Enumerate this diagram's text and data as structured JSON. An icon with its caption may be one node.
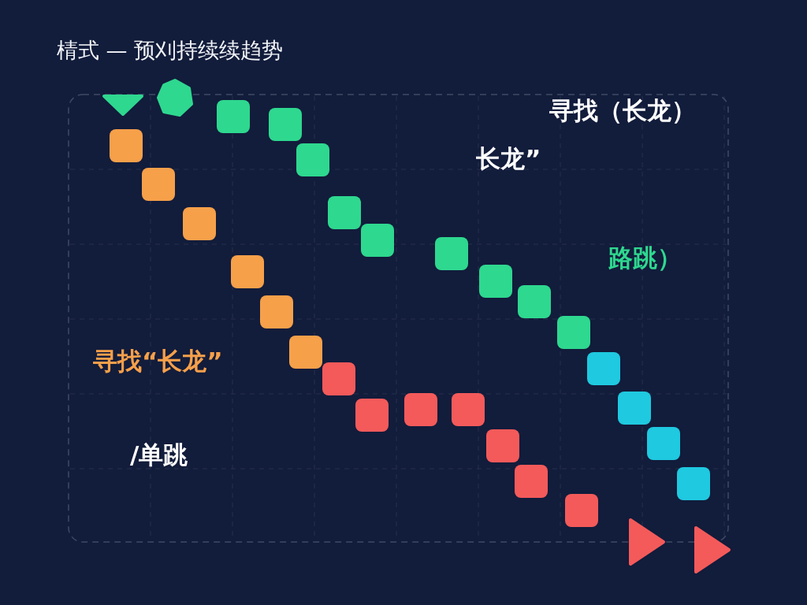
{
  "diagram": {
    "title": "棈式 — 预刈持续续趋势",
    "labels": [
      "寻找（长龙）",
      "长龙”",
      "路跳）",
      "寻找“长龙”",
      "/单跳"
    ]
  }
}
